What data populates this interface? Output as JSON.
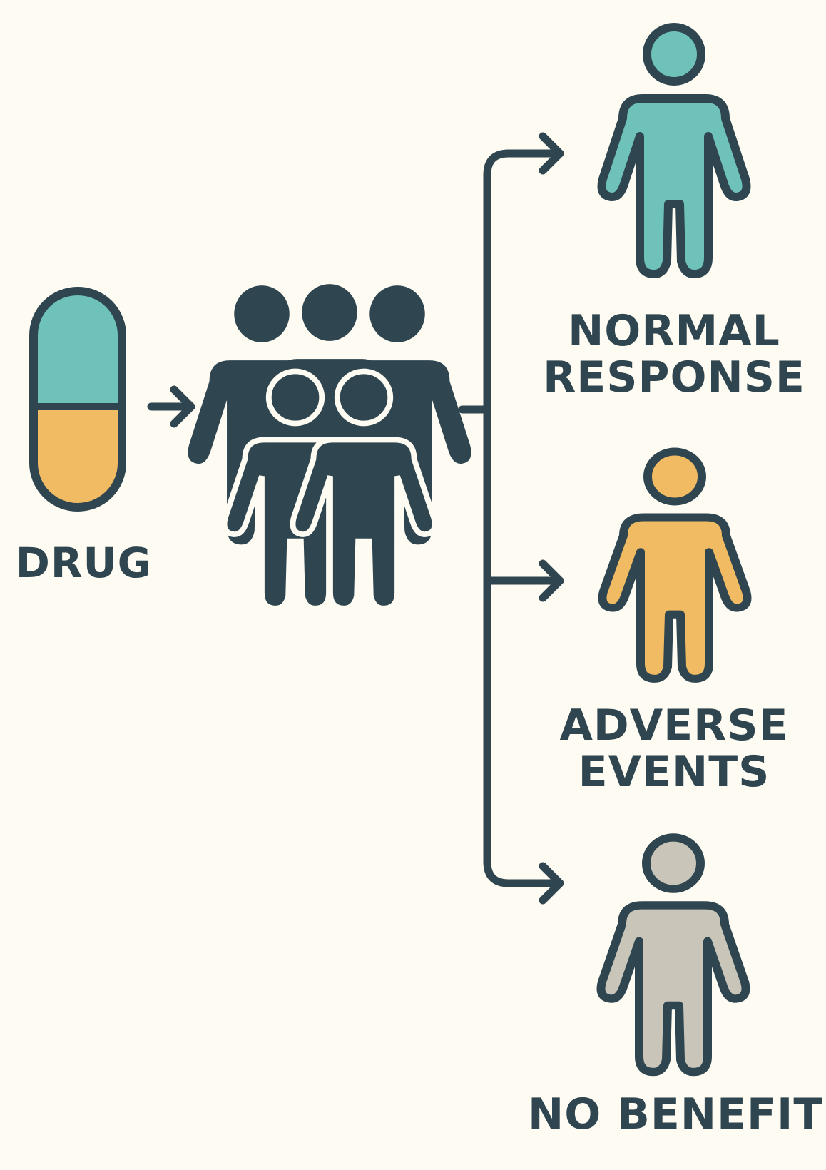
{
  "colors": {
    "background": "#fdfbf2",
    "outline": "#2f4650",
    "teal": "#6fc2b9",
    "orange": "#f0bb62",
    "gray": "#c9c5b8"
  },
  "drug": {
    "label": "DRUG",
    "icon": "capsule-icon"
  },
  "population": {
    "icon": "group-of-people-icon"
  },
  "outcomes": [
    {
      "line1": "NORMAL",
      "line2": "RESPONSE",
      "color": "#6fc2b9",
      "icon": "person-icon"
    },
    {
      "line1": "ADVERSE",
      "line2": "EVENTS",
      "color": "#f0bb62",
      "icon": "person-icon"
    },
    {
      "line1": "NO BENEFIT",
      "line2": "",
      "color": "#c9c5b8",
      "icon": "person-icon"
    }
  ]
}
